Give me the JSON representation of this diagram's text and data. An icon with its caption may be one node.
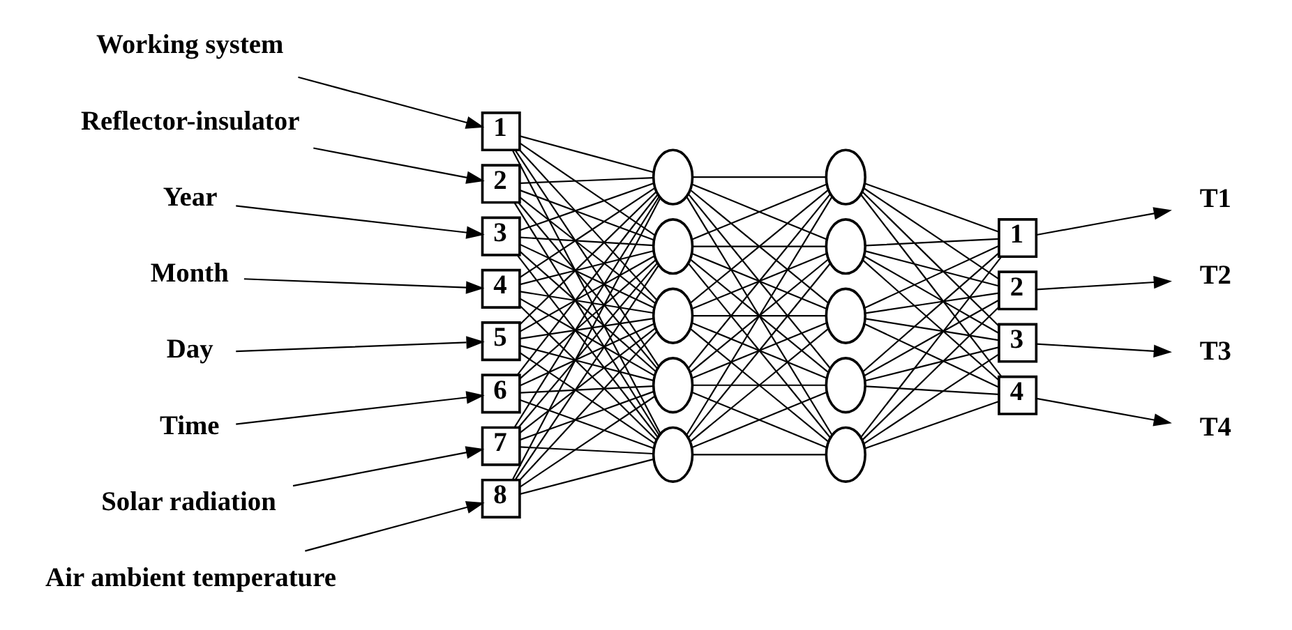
{
  "diagram": {
    "nodes": [
      {
        "text": [
          "Working system"
        ]
      },
      {
        "text": [
          "Reflector-insulator"
        ]
      },
      {
        "text": [
          "Year"
        ]
      },
      {
        "text": [
          "Month"
        ]
      },
      {
        "text": [
          "Day"
        ]
      },
      {
        "text": [
          "Time"
        ]
      },
      {
        "text": [
          "Solar radiation"
        ]
      },
      {
        "text": [
          "Air ambient temperature"
        ]
      },
      {
        "text": [
          "1"
        ]
      },
      {
        "text": [
          "2"
        ]
      },
      {
        "text": [
          "3"
        ]
      },
      {
        "text": [
          "4"
        ]
      },
      {
        "text": [
          "5"
        ]
      },
      {
        "text": [
          "6"
        ]
      },
      {
        "text": [
          "7"
        ]
      },
      {
        "text": [
          "8"
        ]
      },
      {
        "text": [],
        "shape": "circle"
      },
      {
        "text": [],
        "shape": "circle"
      },
      {
        "text": [],
        "shape": "circle"
      },
      {
        "text": [],
        "shape": "circle"
      },
      {
        "text": [],
        "shape": "circle"
      },
      {
        "text": [],
        "shape": "circle"
      },
      {
        "text": [],
        "shape": "circle"
      },
      {
        "text": [],
        "shape": "circle"
      },
      {
        "text": [],
        "shape": "circle"
      },
      {
        "text": [],
        "shape": "circle"
      },
      {
        "text": [
          "1"
        ]
      },
      {
        "text": [
          "2"
        ]
      },
      {
        "text": [
          "3"
        ]
      },
      {
        "text": [
          "4"
        ]
      },
      {
        "text": [
          "T1"
        ]
      },
      {
        "text": [
          "T2"
        ]
      },
      {
        "text": [
          "T3"
        ]
      },
      {
        "text": [
          "T4"
        ]
      }
    ],
    "edges": [
      {
        "from": 0,
        "to": 8,
        "arrow": "to"
      },
      {
        "from": 1,
        "to": 9,
        "arrow": "to"
      },
      {
        "from": 2,
        "to": 10,
        "arrow": "to"
      },
      {
        "from": 3,
        "to": 11,
        "arrow": "to"
      },
      {
        "from": 4,
        "to": 12,
        "arrow": "to"
      },
      {
        "from": 5,
        "to": 13,
        "arrow": "to"
      },
      {
        "from": 6,
        "to": 14,
        "arrow": "to"
      },
      {
        "from": 7,
        "to": 15,
        "arrow": "to"
      },
      {
        "from": 8,
        "to": 16,
        "arrow": "none"
      },
      {
        "from": 8,
        "to": 17,
        "arrow": "none"
      },
      {
        "from": 8,
        "to": 18,
        "arrow": "none"
      },
      {
        "from": 8,
        "to": 19,
        "arrow": "none"
      },
      {
        "from": 8,
        "to": 20,
        "arrow": "none"
      },
      {
        "from": 9,
        "to": 16,
        "arrow": "none"
      },
      {
        "from": 9,
        "to": 17,
        "arrow": "none"
      },
      {
        "from": 9,
        "to": 18,
        "arrow": "none"
      },
      {
        "from": 9,
        "to": 19,
        "arrow": "none"
      },
      {
        "from": 9,
        "to": 20,
        "arrow": "none"
      },
      {
        "from": 10,
        "to": 16,
        "arrow": "none"
      },
      {
        "from": 10,
        "to": 17,
        "arrow": "none"
      },
      {
        "from": 10,
        "to": 18,
        "arrow": "none"
      },
      {
        "from": 10,
        "to": 19,
        "arrow": "none"
      },
      {
        "from": 10,
        "to": 20,
        "arrow": "none"
      },
      {
        "from": 11,
        "to": 16,
        "arrow": "none"
      },
      {
        "from": 11,
        "to": 17,
        "arrow": "none"
      },
      {
        "from": 11,
        "to": 18,
        "arrow": "none"
      },
      {
        "from": 11,
        "to": 19,
        "arrow": "none"
      },
      {
        "from": 11,
        "to": 20,
        "arrow": "none"
      },
      {
        "from": 12,
        "to": 16,
        "arrow": "none"
      },
      {
        "from": 12,
        "to": 17,
        "arrow": "none"
      },
      {
        "from": 12,
        "to": 18,
        "arrow": "none"
      },
      {
        "from": 12,
        "to": 19,
        "arrow": "none"
      },
      {
        "from": 12,
        "to": 20,
        "arrow": "none"
      },
      {
        "from": 13,
        "to": 16,
        "arrow": "none"
      },
      {
        "from": 13,
        "to": 17,
        "arrow": "none"
      },
      {
        "from": 13,
        "to": 18,
        "arrow": "none"
      },
      {
        "from": 13,
        "to": 19,
        "arrow": "none"
      },
      {
        "from": 13,
        "to": 20,
        "arrow": "none"
      },
      {
        "from": 14,
        "to": 16,
        "arrow": "none"
      },
      {
        "from": 14,
        "to": 17,
        "arrow": "none"
      },
      {
        "from": 14,
        "to": 18,
        "arrow": "none"
      },
      {
        "from": 14,
        "to": 19,
        "arrow": "none"
      },
      {
        "from": 14,
        "to": 20,
        "arrow": "none"
      },
      {
        "from": 15,
        "to": 16,
        "arrow": "none"
      },
      {
        "from": 15,
        "to": 17,
        "arrow": "none"
      },
      {
        "from": 15,
        "to": 18,
        "arrow": "none"
      },
      {
        "from": 15,
        "to": 19,
        "arrow": "none"
      },
      {
        "from": 15,
        "to": 20,
        "arrow": "none"
      },
      {
        "from": 16,
        "to": 21,
        "arrow": "none"
      },
      {
        "from": 16,
        "to": 22,
        "arrow": "none"
      },
      {
        "from": 16,
        "to": 23,
        "arrow": "none"
      },
      {
        "from": 16,
        "to": 24,
        "arrow": "none"
      },
      {
        "from": 16,
        "to": 25,
        "arrow": "none"
      },
      {
        "from": 17,
        "to": 21,
        "arrow": "none"
      },
      {
        "from": 17,
        "to": 22,
        "arrow": "none"
      },
      {
        "from": 17,
        "to": 23,
        "arrow": "none"
      },
      {
        "from": 17,
        "to": 24,
        "arrow": "none"
      },
      {
        "from": 17,
        "to": 25,
        "arrow": "none"
      },
      {
        "from": 18,
        "to": 21,
        "arrow": "none"
      },
      {
        "from": 18,
        "to": 22,
        "arrow": "none"
      },
      {
        "from": 18,
        "to": 23,
        "arrow": "none"
      },
      {
        "from": 18,
        "to": 24,
        "arrow": "none"
      },
      {
        "from": 18,
        "to": 25,
        "arrow": "none"
      },
      {
        "from": 19,
        "to": 21,
        "arrow": "none"
      },
      {
        "from": 19,
        "to": 22,
        "arrow": "none"
      },
      {
        "from": 19,
        "to": 23,
        "arrow": "none"
      },
      {
        "from": 19,
        "to": 24,
        "arrow": "none"
      },
      {
        "from": 19,
        "to": 25,
        "arrow": "none"
      },
      {
        "from": 20,
        "to": 21,
        "arrow": "none"
      },
      {
        "from": 20,
        "to": 22,
        "arrow": "none"
      },
      {
        "from": 20,
        "to": 23,
        "arrow": "none"
      },
      {
        "from": 20,
        "to": 24,
        "arrow": "none"
      },
      {
        "from": 20,
        "to": 25,
        "arrow": "none"
      },
      {
        "from": 21,
        "to": 26,
        "arrow": "none"
      },
      {
        "from": 21,
        "to": 27,
        "arrow": "none"
      },
      {
        "from": 21,
        "to": 28,
        "arrow": "none"
      },
      {
        "from": 21,
        "to": 29,
        "arrow": "none"
      },
      {
        "from": 22,
        "to": 26,
        "arrow": "none"
      },
      {
        "from": 22,
        "to": 27,
        "arrow": "none"
      },
      {
        "from": 22,
        "to": 28,
        "arrow": "none"
      },
      {
        "from": 22,
        "to": 29,
        "arrow": "none"
      },
      {
        "from": 23,
        "to": 26,
        "arrow": "none"
      },
      {
        "from": 23,
        "to": 27,
        "arrow": "none"
      },
      {
        "from": 23,
        "to": 28,
        "arrow": "none"
      },
      {
        "from": 23,
        "to": 29,
        "arrow": "none"
      },
      {
        "from": 24,
        "to": 26,
        "arrow": "none"
      },
      {
        "from": 24,
        "to": 27,
        "arrow": "none"
      },
      {
        "from": 24,
        "to": 28,
        "arrow": "none"
      },
      {
        "from": 24,
        "to": 29,
        "arrow": "none"
      },
      {
        "from": 25,
        "to": 26,
        "arrow": "none"
      },
      {
        "from": 25,
        "to": 27,
        "arrow": "none"
      },
      {
        "from": 25,
        "to": 28,
        "arrow": "none"
      },
      {
        "from": 25,
        "to": 29,
        "arrow": "none"
      },
      {
        "from": 26,
        "to": 30,
        "arrow": "to"
      },
      {
        "from": 27,
        "to": 31,
        "arrow": "to"
      },
      {
        "from": 28,
        "to": 32,
        "arrow": "to"
      },
      {
        "from": 29,
        "to": 33,
        "arrow": "to"
      }
    ]
  }
}
